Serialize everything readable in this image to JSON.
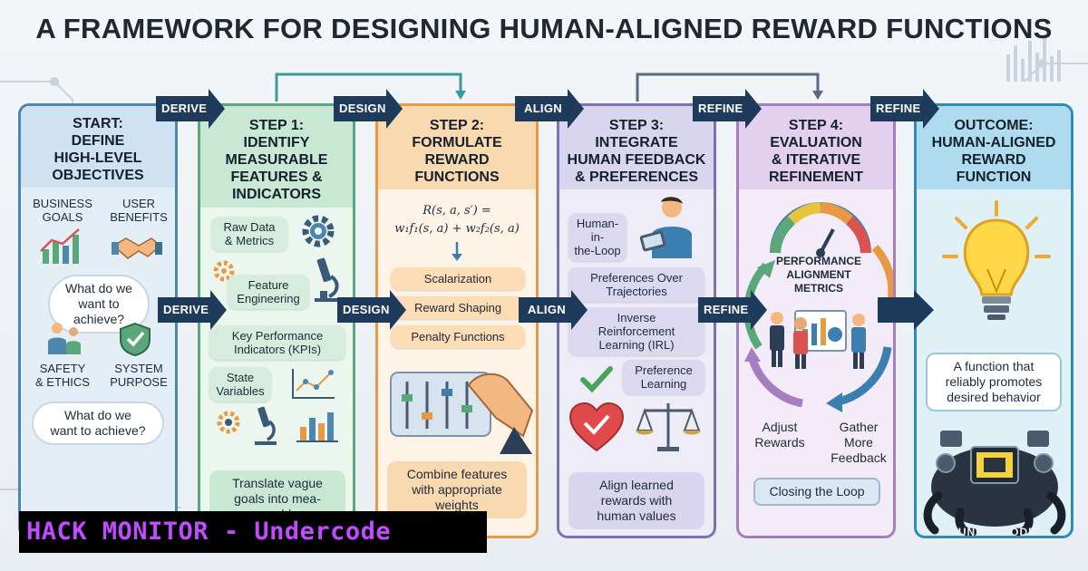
{
  "title": "A FRAMEWORK FOR DESIGNING HUMAN-ALIGNED REWARD FUNCTIONS",
  "arrows": {
    "derive_top": "DERIVE",
    "design_top": "DESIGN",
    "align_top": "ALIGN",
    "refine_top": "REFINE",
    "refine_top2": "REFINE",
    "derive_mid": "DERIVE",
    "design_mid": "DESIGN",
    "align_mid": "ALIGN",
    "refine_mid": "REFINE"
  },
  "panel0": {
    "head": "START:\nDEFINE\nHIGH-LEVEL\nOBJECTIVES",
    "business_goals": "BUSINESS\nGOALS",
    "user_benefits": "USER\nBENEFITS",
    "question_center": "What do we\nwant to\nachieve?",
    "safety_ethics": "SAFETY\n& ETHICS",
    "system_purpose": "SYSTEM\nPURPOSE",
    "question_bottom": "What do we\nwant to achieve?"
  },
  "panel1": {
    "head": "STEP 1:\nIDENTIFY\nMEASURABLE\nFEATURES &\nINDICATORS",
    "raw_data": "Raw Data\n& Metrics",
    "feature_engineering": "Feature\nEngineering",
    "kpis": "Key Performance\nIndicators (KPIs)",
    "state_variables": "State\nVariables",
    "bottom": "Translate vague\ngoals into mea-\nsurable"
  },
  "panel2": {
    "head": "STEP 2:\nFORMULATE\nREWARD\nFUNCTIONS",
    "formula_line1": "R(s, a, s′) =",
    "formula_line2": "w₁f₁(s, a) + w₂f₂(s, a)",
    "scalarization": "Scalarization",
    "reward_shaping": "Reward Shaping",
    "penalty_functions": "Penalty Functions",
    "bottom": "Combine features\nwith appropriate\nweights"
  },
  "panel3": {
    "head": "STEP 3:\nINTEGRATE\nHUMAN FEEDBACK\n& PREFERENCES",
    "human_in_loop": "Human-\nin-\nthe-Loop",
    "preferences": "Preferences Over\nTrajectories",
    "irl": "Inverse\nReinforcement\nLearning (IRL)",
    "preference_learning": "Preference\nLearning",
    "bottom": "Align learned\nrewards with\nhuman values"
  },
  "panel4": {
    "head": "STEP 4:\nEVALUATION\n& ITERATIVE\nREFINEMENT",
    "gauge_title": "PERFORMANCE\nALIGNMENT\nMETRICS",
    "adjust": "Adjust\nRewards",
    "gather": "Gather\nMore\nFeedback",
    "closing": "Closing the Loop"
  },
  "panel5": {
    "head": "OUTCOME:\nHUMAN-ALIGNED\nREWARD\nFUNCTION",
    "description": "A function that\nreliably promotes\ndesired behavior",
    "logo_text": "UNDERCODE"
  },
  "watermark": "HACK MONITOR - Undercode",
  "colors": {
    "arrow": "#1f3b5c",
    "panel0": "#4f86ad",
    "panel1": "#5aa77b",
    "panel2": "#e99844",
    "panel3": "#7a72b4",
    "panel4": "#a67ec0",
    "panel5": "#2f8bb0",
    "watermark_text": "#c04bff"
  }
}
